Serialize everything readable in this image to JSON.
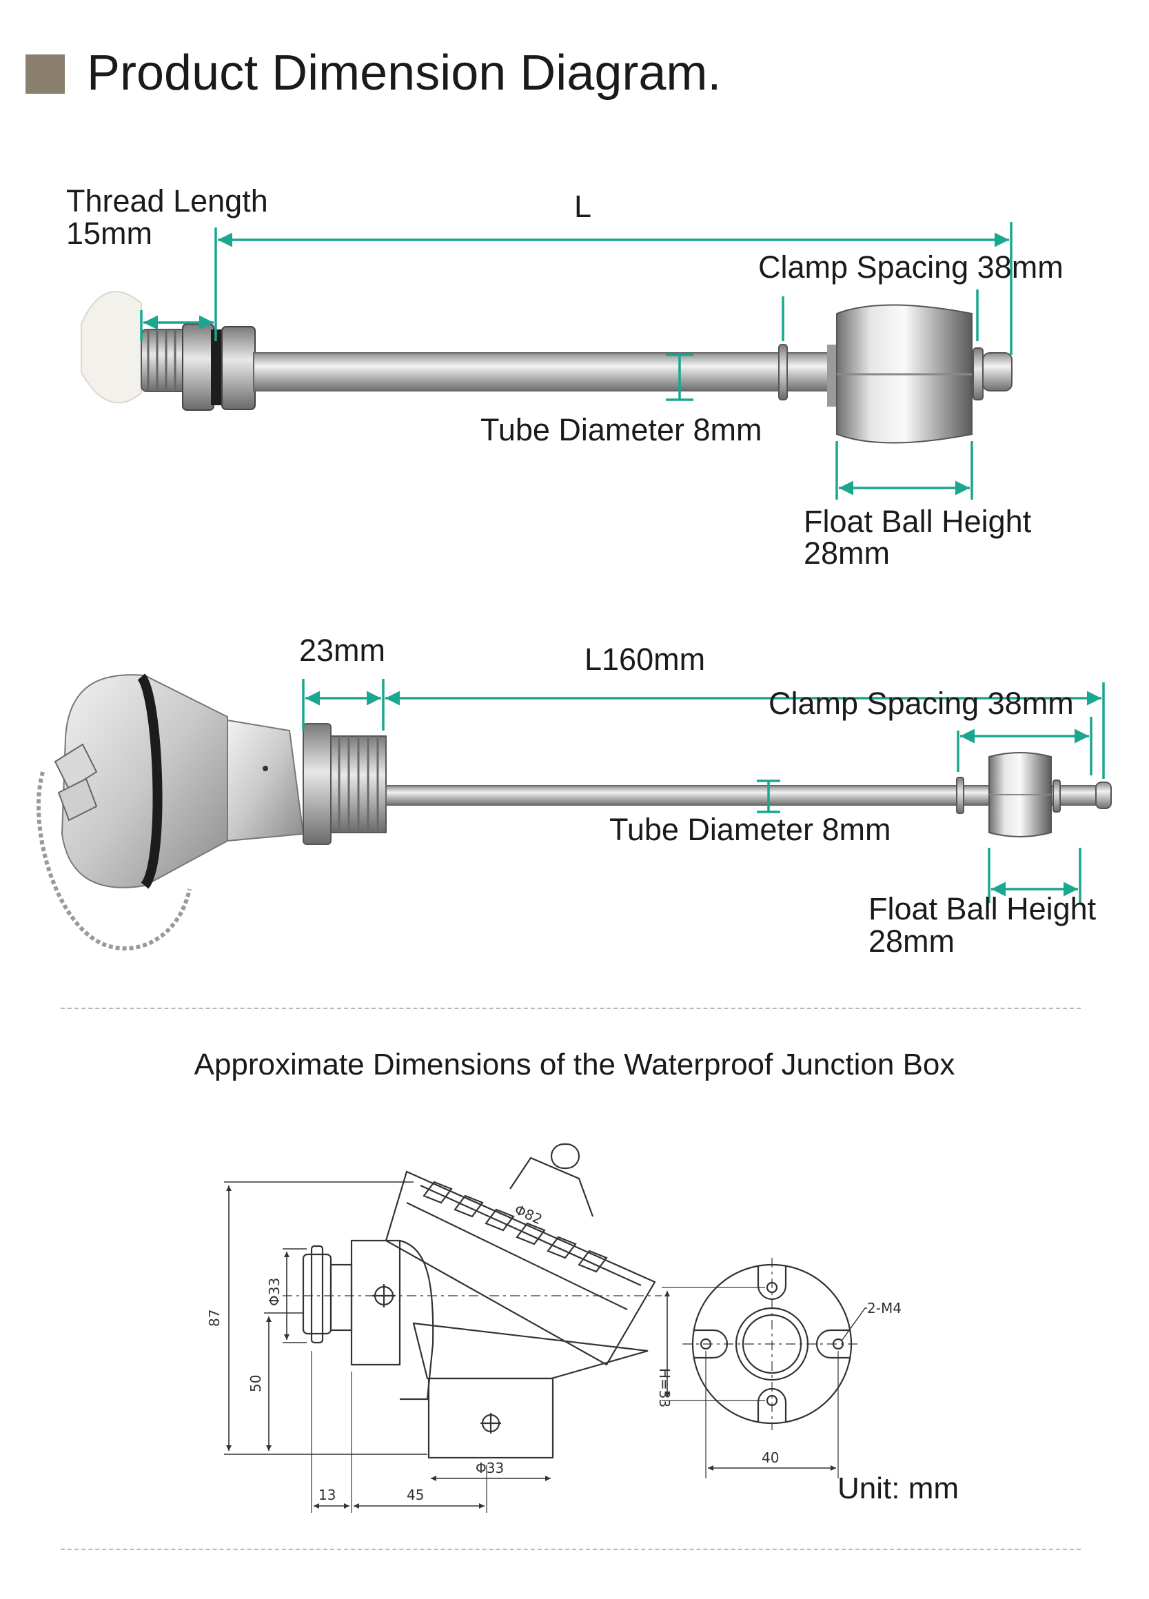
{
  "header": {
    "title": "Product Dimension Diagram.",
    "accent_color": "#8a7f6c"
  },
  "diagram1": {
    "thread_label_line1": "Thread Length",
    "thread_label_line2": "15mm",
    "length_label": "L",
    "clamp_label": "Clamp Spacing 38mm",
    "tube_label": "Tube Diameter 8mm",
    "float_label_line1": "Float Ball Height",
    "float_label_line2": "28mm"
  },
  "diagram2": {
    "thread_label": "23mm",
    "length_label": "L160mm",
    "clamp_label": "Clamp Spacing 38mm",
    "tube_label": "Tube Diameter 8mm",
    "float_label_line1": "Float Ball Height",
    "float_label_line2": "28mm"
  },
  "junction_box": {
    "subtitle": "Approximate Dimensions of the Waterproof Junction Box",
    "dims": {
      "d82": "Φ82",
      "d33_top": "Φ33",
      "h87": "87",
      "h50": "50",
      "d33_bottom": "Φ33",
      "w13": "13",
      "w45": "45",
      "h33": "H=33",
      "m4": "2-M4",
      "w40": "40"
    },
    "unit_label": "Unit: mm"
  },
  "colors": {
    "dimension_line": "#1aa68f"
  }
}
